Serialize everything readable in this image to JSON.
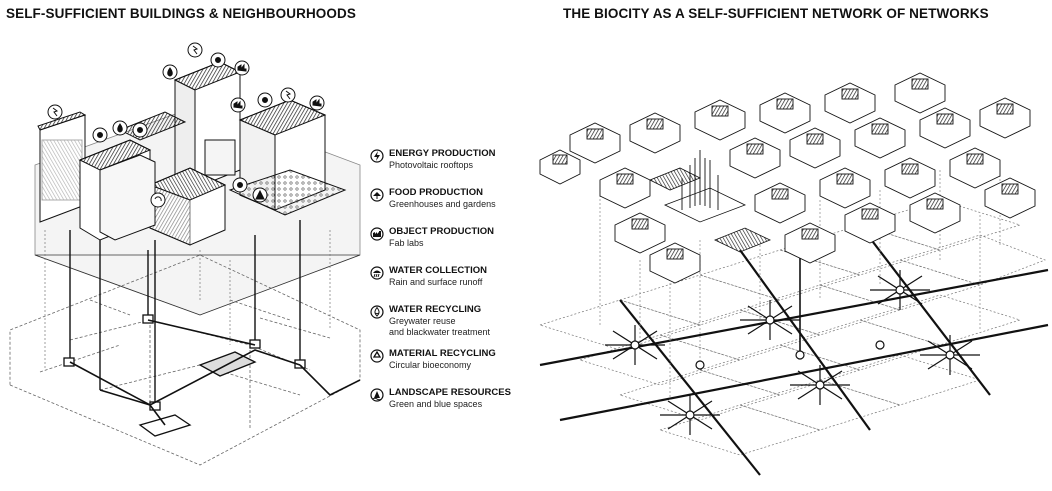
{
  "titles": {
    "left": "SELF-SUFFICIENT BUILDINGS & NEIGHBOURHOODS",
    "right": "THE BIOCITY AS A SELF-SUFFICIENT NETWORK OF NETWORKS"
  },
  "legend": [
    {
      "icon": "lightning-icon",
      "title": "ENERGY PRODUCTION",
      "desc": [
        "Photovoltaic rooftops"
      ]
    },
    {
      "icon": "plant-icon",
      "title": "FOOD PRODUCTION",
      "desc": [
        "Greenhouses and gardens"
      ]
    },
    {
      "icon": "factory-icon",
      "title": "OBJECT PRODUCTION",
      "desc": [
        "Fab labs"
      ]
    },
    {
      "icon": "rain-icon",
      "title": "WATER COLLECTION",
      "desc": [
        "Rain and surface runoff"
      ]
    },
    {
      "icon": "droplet-icon",
      "title": "WATER RECYCLING",
      "desc": [
        "Greywater reuse",
        "and blackwater treatment"
      ]
    },
    {
      "icon": "recycle-icon",
      "title": "MATERIAL RECYCLING",
      "desc": [
        "Circular bioeconomy"
      ]
    },
    {
      "icon": "tree-icon",
      "title": "LANDSCAPE RESOURCES",
      "desc": [
        "Green and blue spaces"
      ]
    }
  ]
}
